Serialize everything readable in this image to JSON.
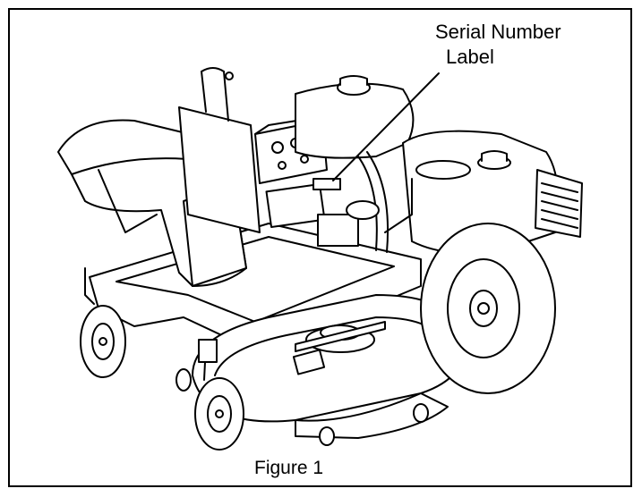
{
  "figure": {
    "callout_line1": "Serial Number",
    "callout_line2": "Label",
    "caption": "Figure 1"
  }
}
